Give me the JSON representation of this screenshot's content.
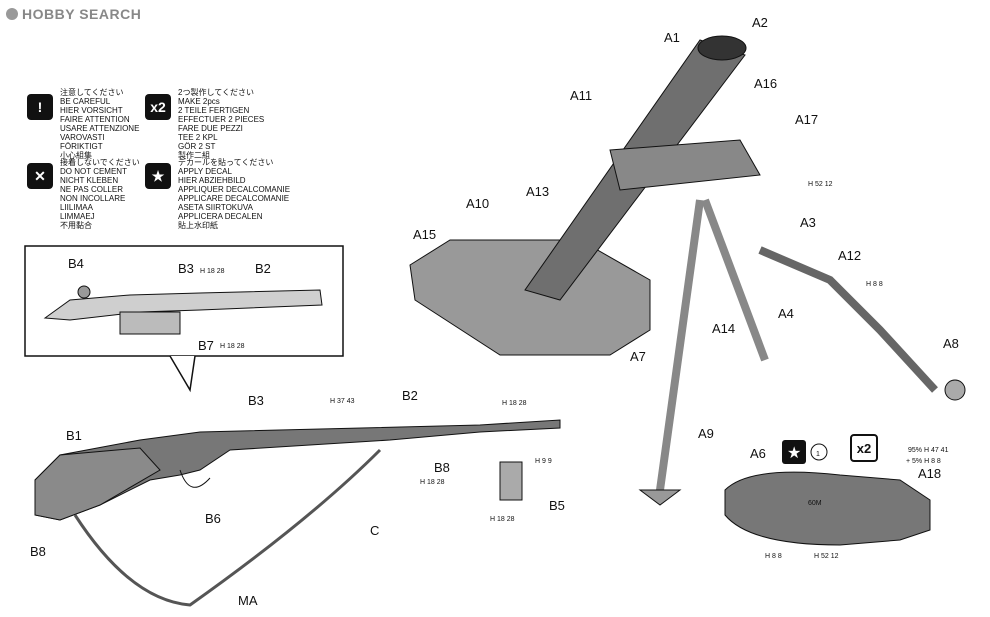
{
  "watermark": "HOBBY SEARCH",
  "legend": [
    {
      "icon": "!",
      "lines": "注意してください\nBE CAREFUL\nHIER VORSICHT\nFAIRE ATTENTION\nUSARE ATTENZIONE\nVAROVASTI\nFÖRIKTIGT\n小心組集"
    },
    {
      "icon": "x2",
      "lines": "2つ製作してください\nMAKE 2pcs\n2 TEILE FERTIGEN\nEFFECTUER 2 PIECES\nFARE DUE PEZZI\nTEE 2 KPL\nGÖR 2 ST\n製作二組"
    },
    {
      "icon": "x",
      "lines": "接着しないでください\nDO NOT CEMENT\nNICHT KLEBEN\nNE PAS COLLER\nNON INCOLLARE\nLIILIMAA\nLIMMAEJ\n不用黏合"
    },
    {
      "icon": "★",
      "lines": "デカールを貼ってください\nAPPLY DECAL\nHIER ABZIEHBILD\nAPPLIQUER DECALCOMANIE\nAPPLICARE DECALCOMANIE\nASETA SIIRTOKUVA\nAPPLICERA DECALEN\n貼上水印紙"
    }
  ],
  "mortar_labels": [
    "A1",
    "A2",
    "A11",
    "A16",
    "A17",
    "A13",
    "A10",
    "A15",
    "A3",
    "A12",
    "A14",
    "A4",
    "A7",
    "A8",
    "A9",
    "A6",
    "A18"
  ],
  "rifle_labels": [
    "B4",
    "B3",
    "B2",
    "B7",
    "B1",
    "B3",
    "B2",
    "B8",
    "B6",
    "B5",
    "B8",
    "C",
    "MA"
  ],
  "codes": [
    "H 52 12",
    "H 18 28",
    "H 18 28",
    "H 8 8",
    "H 37 43",
    "H 18 28",
    "H 18 28",
    "H 9 9",
    "H 18 28",
    "H 8 8",
    "H 52 12",
    "95% H 47 41",
    "+ 5% H 8 8"
  ],
  "x2_label": "x2",
  "circle_number": "1",
  "shell_text": "60M"
}
